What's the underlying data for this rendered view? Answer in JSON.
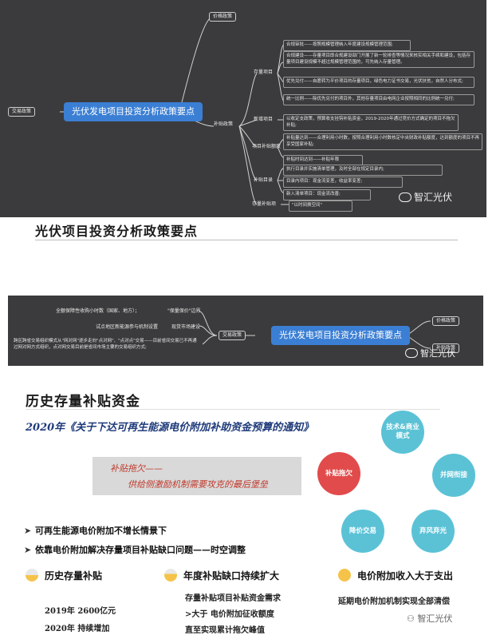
{
  "mindmap_top": {
    "central": "光伏发电项目投资分析政策要点",
    "price_policy": "价格政策",
    "trade_policy": "交易政策",
    "subsidy_policy": "补贴政策",
    "existing_projects": "存量项目",
    "new_projects": "新增项目",
    "subsidy_quota": "项目补贴额度",
    "subsidy_catalog": "补贴目录",
    "existing_fund": "存量补贴项",
    "leaves": [
      "合规审批——按照规模管理纳入年度建设规模管理范围;",
      "合规建设——存量项目即合规建设部门开展了新一轮排查等情况来核实相关手续和建设，包括存量项目建设规模不超过规模管理范围的，可先纳入存量管理。",
      "优先兑付——自愿转为平价项目的存量项目，绿色电力证书交易，光伏扶贫，自然人分布式;",
      "统一比例——除优先兑付的项目外，其他存量项目由电网企业按照相同的比例统一兑付;",
      "以收定支政策，预算收支挂钩补贴资金，2019-2020年通过竞价方式确定的项目不拖欠补贴;",
      "补贴量达到——合理利用小时数，按照合理利用小时数核定中央财政补贴额度，达到额度的项目不再享受国家补贴;",
      "补贴时间达到——补贴年限",
      "执行目录并实施清单管理，及时全部在规定目录内;",
      "目录内项目：现金流变差，收益率变差;",
      "新入清单项目：现金流改善;",
      "\"以时间换空间\""
    ],
    "watermark": "智汇光伏"
  },
  "heading1": "光伏项目投资分析政策要点",
  "mindmap_strip": {
    "central": "光伏发电项目投资分析政策要点",
    "trade_policy": "交易政策",
    "price_policy": "价格政策",
    "subsidy_policy": "补贴政策",
    "lines": [
      "全额保障性收购小时数（国家、地方）；",
      "\"保量保价\"边界",
      "试点地区新能源参与机制设置",
      "现货市场建设",
      "跨区跨省交易组织模式从\"网对网\"逐步走向\"点对网\"、\"点对点\"交易——目前省间交易已不再通过网对网方式组织，点对网交易目前是省间市场主要的交易组织方式;"
    ],
    "watermark": "智汇光伏"
  },
  "heading2": "历史存量补贴资金",
  "notice": "2020年《关于下达可再生能源电价附加补助资金预算的通知》",
  "arrears": {
    "line1": "补贴拖欠——",
    "line2": "供给侧激励机制需要攻克的最后堡垒"
  },
  "bullets": [
    "可再生能源电价附加不增长情景下",
    "依靠电价附加解决存量项目补贴缺口问题——时空调整"
  ],
  "cycle": {
    "nodes": [
      "技术&商业模式",
      "并网衔接",
      "弃风弃光",
      "降价交易",
      "补贴拖欠"
    ]
  },
  "legend": [
    {
      "label": "历史存量补贴",
      "color": "#f5c34a"
    },
    {
      "label": "年度补贴缺口持续扩大",
      "color": "#f5c34a"
    },
    {
      "label": "电价附加收入大于支出",
      "color": "#f5c34a"
    }
  ],
  "details": {
    "col1": [
      "2019年 2600亿元",
      "2020年 持续增加"
    ],
    "col2": [
      "存量补贴项目补贴资金需求",
      ">大于 电价附加征收额度",
      "直至实现累计拖欠峰值"
    ],
    "col3": [
      "延期电价附加机制实现全部清偿"
    ]
  },
  "watermark_bottom": "智汇光伏"
}
